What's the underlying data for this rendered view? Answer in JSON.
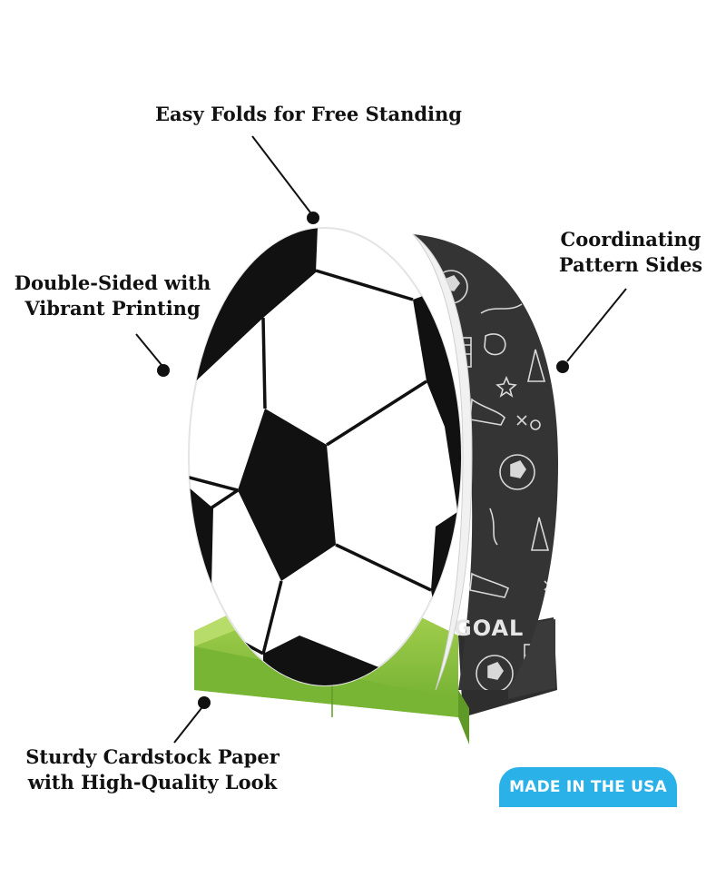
{
  "callouts": {
    "top": "Easy Folds for Free Standing",
    "left_line1": "Double-Sided with",
    "left_line2": "Vibrant Printing",
    "right_line1": "Coordinating",
    "right_line2": "Pattern Sides",
    "bottom_line1": "Sturdy Cardstock Paper",
    "bottom_line2": "with High-Quality Look"
  },
  "badge": {
    "text": "MADE IN THE USA"
  },
  "product": {
    "side_text": "GOAL"
  },
  "colors": {
    "ball_black": "#111111",
    "ball_white": "#ffffff",
    "base_green": "#8cc63f",
    "chalkboard": "#333333",
    "badge_blue": "#2ab1e8",
    "text": "#111111"
  }
}
